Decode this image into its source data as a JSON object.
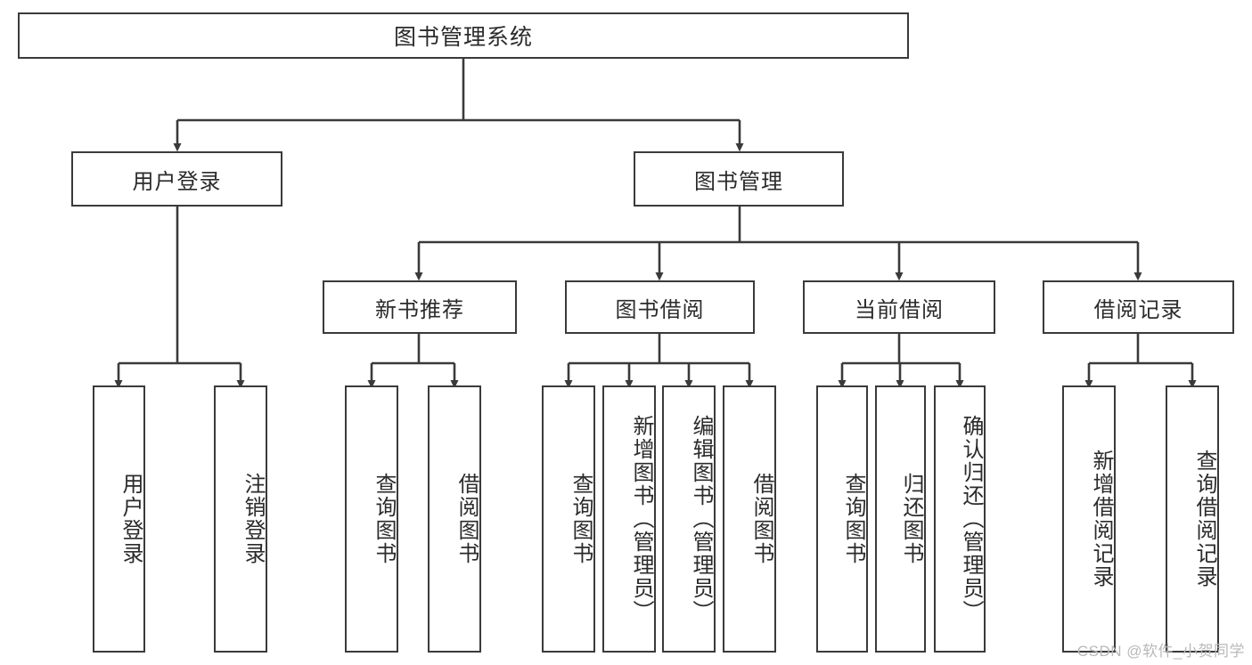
{
  "diagram": {
    "type": "tree",
    "title": "图书管理系统",
    "watermark": "CSDN @软件_小贺同学",
    "colors": {
      "stroke": "#3a3a3a",
      "fill": "#ffffff",
      "text": "#2b2b2b",
      "watermark": "#b9b9b9"
    },
    "root": {
      "label": "图书管理系统"
    },
    "level2": [
      {
        "id": "user-login",
        "label": "用户登录"
      },
      {
        "id": "book-manage",
        "label": "图书管理"
      }
    ],
    "level3": [
      {
        "id": "new-book-recommend",
        "label": "新书推荐",
        "parent": "book-manage"
      },
      {
        "id": "book-borrow",
        "label": "图书借阅",
        "parent": "book-manage"
      },
      {
        "id": "current-borrow",
        "label": "当前借阅",
        "parent": "book-manage"
      },
      {
        "id": "borrow-record",
        "label": "借阅记录",
        "parent": "book-manage"
      }
    ],
    "leaves": [
      {
        "id": "leaf-user-login",
        "label": "用户登录",
        "parent": "user-login"
      },
      {
        "id": "leaf-logout-login",
        "label": "注销登录",
        "parent": "user-login"
      },
      {
        "id": "leaf-query-book-1",
        "label": "查询图书",
        "parent": "new-book-recommend"
      },
      {
        "id": "leaf-borrow-book-1",
        "label": "借阅图书",
        "parent": "new-book-recommend"
      },
      {
        "id": "leaf-query-book-2",
        "label": "查询图书",
        "parent": "book-borrow"
      },
      {
        "id": "leaf-add-book",
        "label": "新增图书（管理员）",
        "parent": "book-borrow"
      },
      {
        "id": "leaf-edit-book",
        "label": "编辑图书（管理员）",
        "parent": "book-borrow"
      },
      {
        "id": "leaf-borrow-book-2",
        "label": "借阅图书",
        "parent": "book-borrow"
      },
      {
        "id": "leaf-query-book-3",
        "label": "查询图书",
        "parent": "current-borrow"
      },
      {
        "id": "leaf-return-book",
        "label": "归还图书",
        "parent": "current-borrow"
      },
      {
        "id": "leaf-confirm-return",
        "label": "确认归还（管理员）",
        "parent": "current-borrow"
      },
      {
        "id": "leaf-add-record",
        "label": "新增借阅记录",
        "parent": "borrow-record"
      },
      {
        "id": "leaf-query-record",
        "label": "查询借阅记录",
        "parent": "borrow-record"
      }
    ]
  }
}
